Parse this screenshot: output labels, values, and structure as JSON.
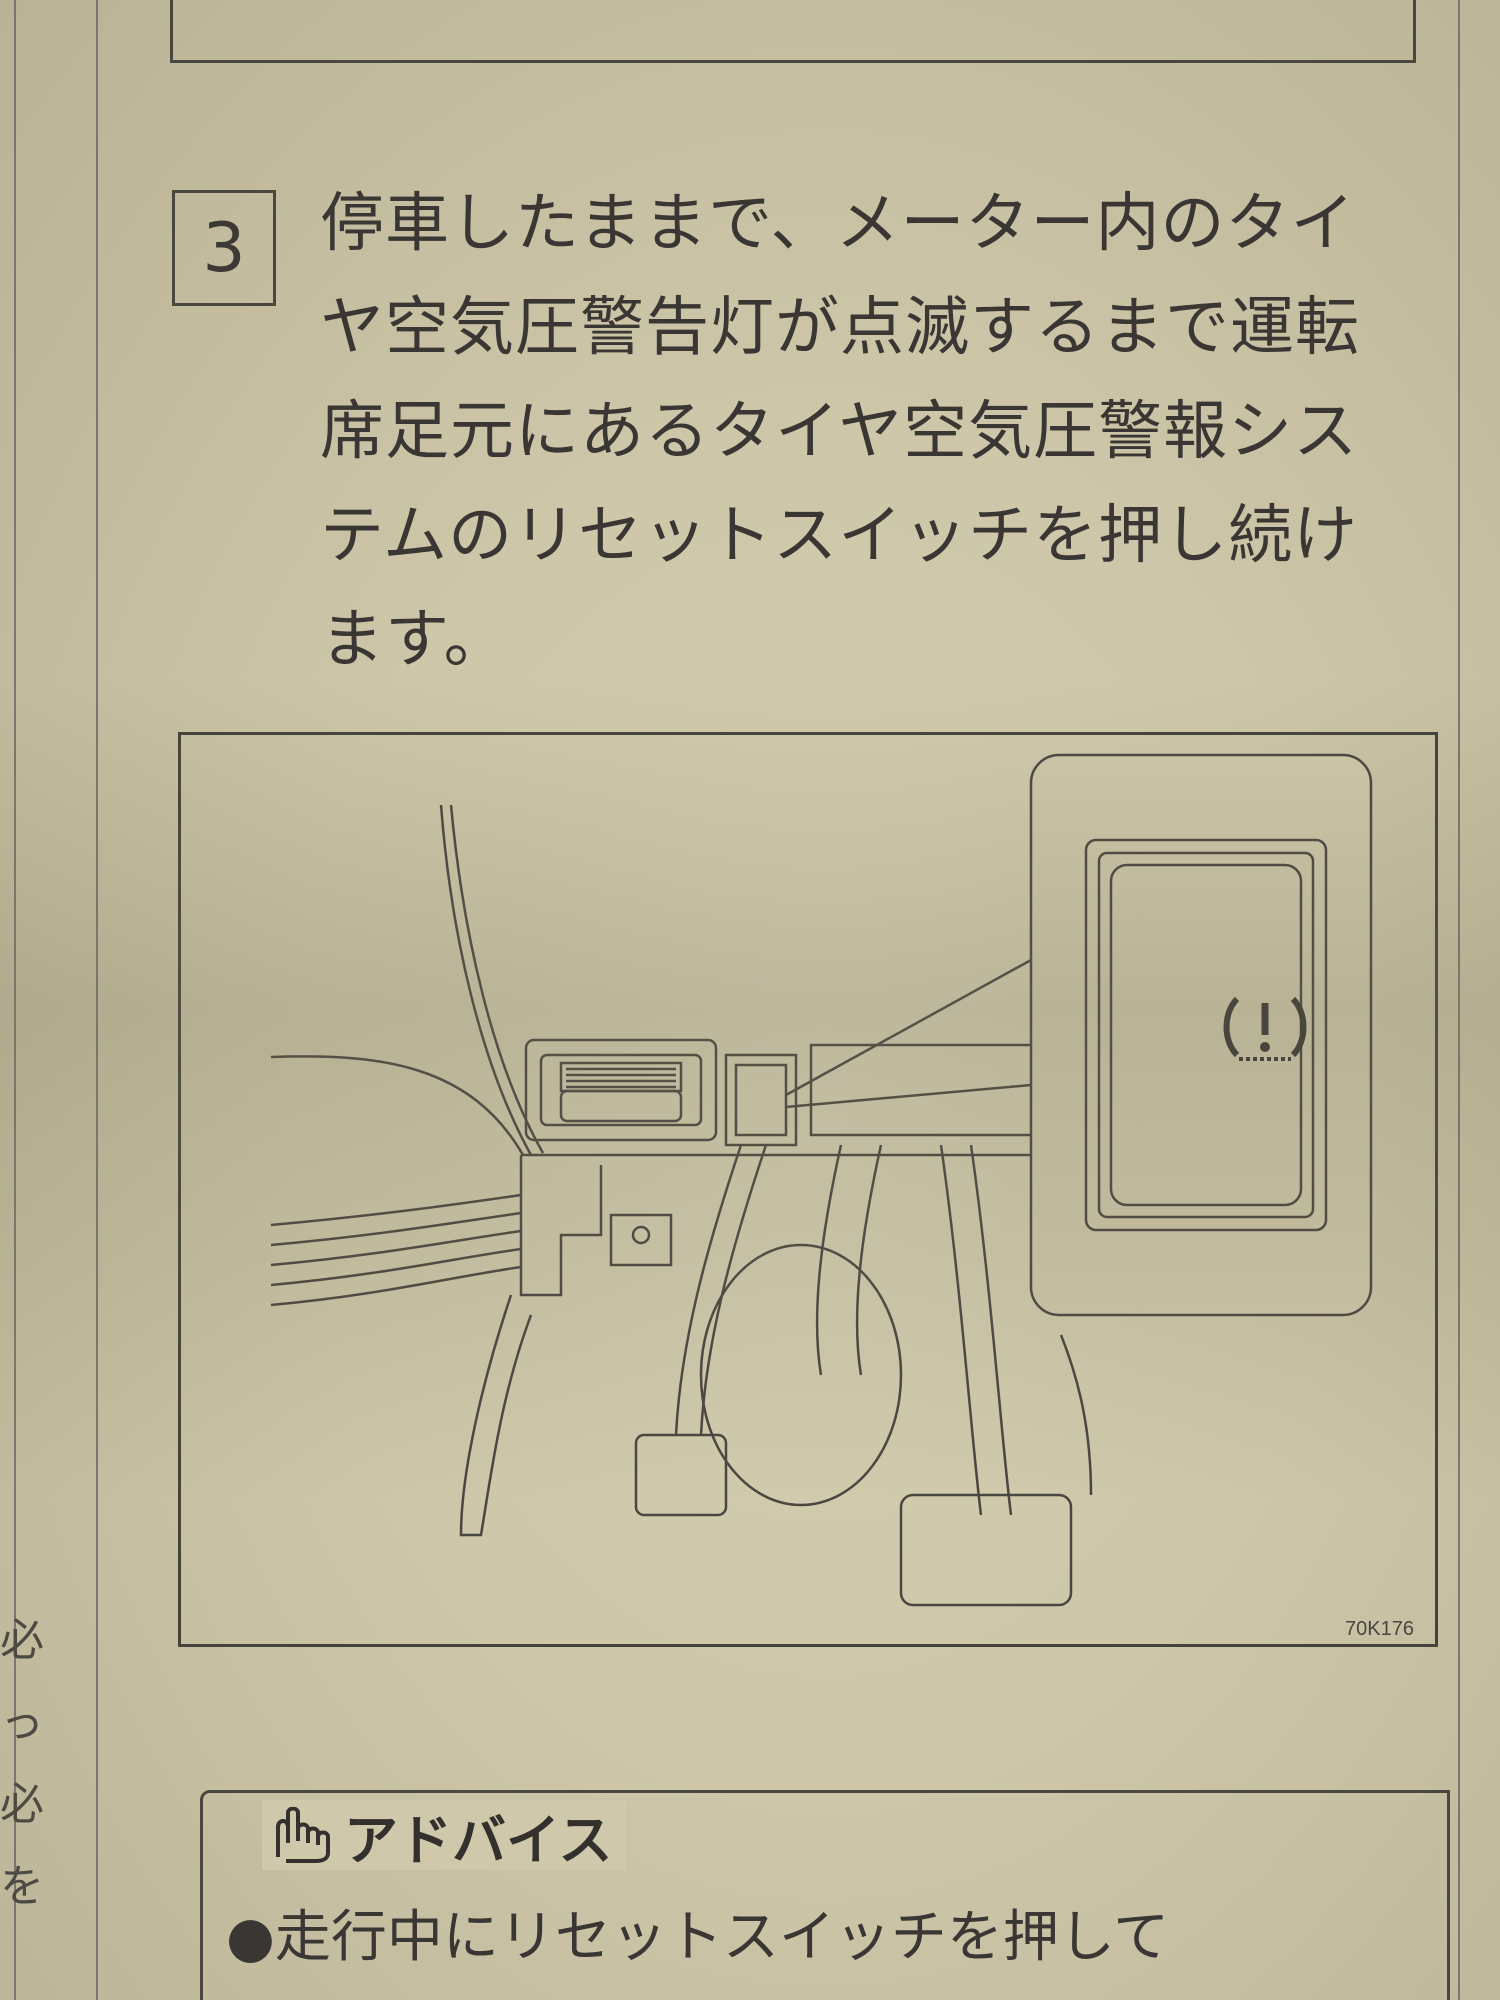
{
  "step": {
    "number": "3",
    "text_lines": [
      "停車したままで、メーター内のタイ",
      "ヤ空気圧警告灯が点滅するまで運転",
      "席足元にあるタイヤ空気圧警報シス",
      "テムのリセットスイッチを押し続け",
      "ます。"
    ]
  },
  "figure": {
    "code": "70K176",
    "icon": "tire-pressure-warning-icon"
  },
  "advice": {
    "title": "アドバイス",
    "icon": "pointing-hand-icon",
    "line1": "●走行中にリセットスイッチを押して"
  },
  "margin_glyphs": [
    "必",
    "っ",
    "必",
    "を"
  ]
}
